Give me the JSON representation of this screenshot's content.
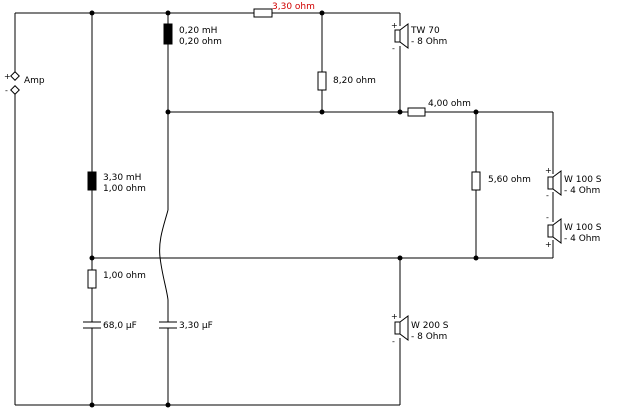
{
  "amp": {
    "label": "Amp",
    "plus": "+",
    "minus": "-"
  },
  "components": {
    "r_top": {
      "label": "3,30 ohm",
      "color": "#d00000"
    },
    "l1": {
      "label1": "0,20 mH",
      "label2": "0,20 ohm"
    },
    "r_820": {
      "label": "8,20 ohm"
    },
    "r_400": {
      "label": "4,00 ohm"
    },
    "r_560": {
      "label": "5,60 ohm"
    },
    "l2": {
      "label1": "3,30 mH",
      "label2": "1,00 ohm"
    },
    "r_100": {
      "label": "1,00 ohm"
    },
    "c_680": {
      "label": "68,0 µF"
    },
    "c_330": {
      "label": "3,30 µF"
    }
  },
  "speakers": {
    "tw70": {
      "name": "TW 70",
      "impedance": "- 8 Ohm"
    },
    "w100a": {
      "name": "W 100 S",
      "impedance": "- 4 Ohm"
    },
    "w100b": {
      "name": "W 100 S",
      "impedance": "- 4 Ohm"
    },
    "w200": {
      "name": "W 200 S",
      "impedance": "- 8 Ohm"
    }
  },
  "polarity": {
    "plus": "+",
    "minus": "-"
  }
}
